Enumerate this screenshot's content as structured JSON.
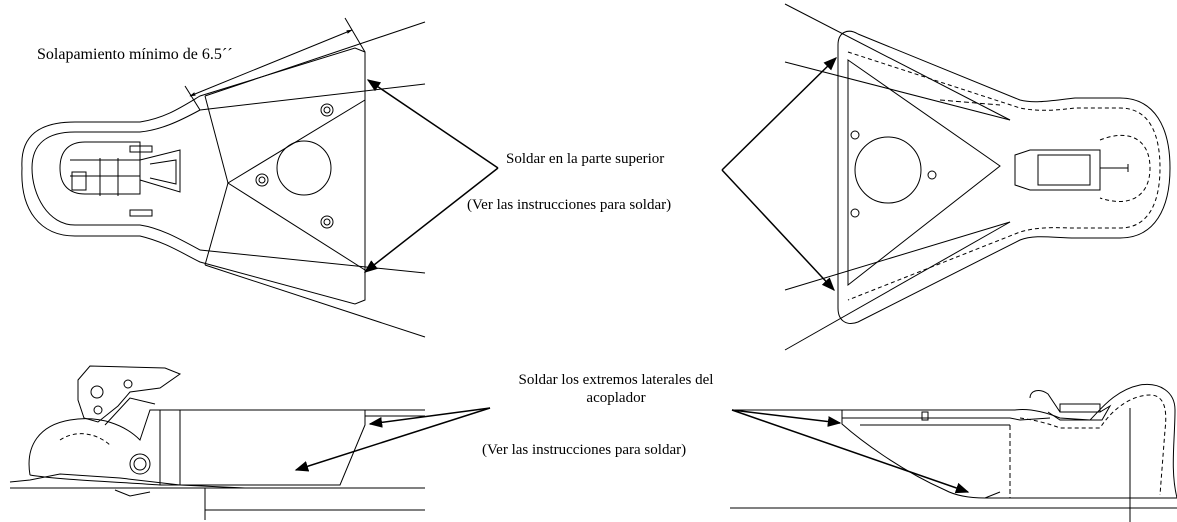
{
  "labels": {
    "overlap": "Solapamiento mínimo de 6.5´´",
    "weld_top": "Soldar en la parte superior",
    "weld_top_instructions": "(Ver las instrucciones para soldar)",
    "weld_side_line1": "Soldar los extremos laterales del",
    "weld_side_line2": "acoplador",
    "weld_side_instructions": "(Ver las instrucciones para soldar)"
  },
  "colors": {
    "ink": "#000000",
    "paper": "#ffffff"
  }
}
